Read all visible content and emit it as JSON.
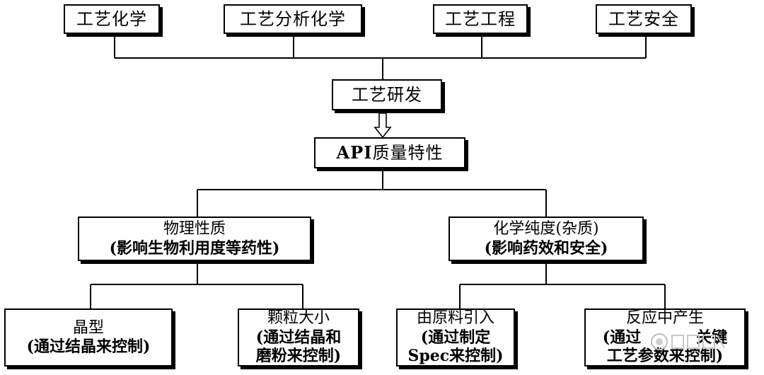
{
  "diagram": {
    "top_row": [
      {
        "label": "工艺化学"
      },
      {
        "label": "工艺分析化学"
      },
      {
        "label": "工艺工程"
      },
      {
        "label": "工艺安全"
      }
    ],
    "process_dev": {
      "label": "工艺研发"
    },
    "api_quality": {
      "label_prefix": "API",
      "label_rest": "质量特性"
    },
    "physical": {
      "line1": "物理性质",
      "line2": "(影响生物利用度等药性)"
    },
    "chemical": {
      "line1": "化学纯度(杂质)",
      "line2": "(影响药效和安全)"
    },
    "crystal": {
      "line1": "晶型",
      "line2": "(通过结晶来控制)"
    },
    "particle": {
      "line1": "颗粒大小",
      "line2": "(通过结晶和",
      "line3": "磨粉来控制)"
    },
    "raw_material": {
      "line1": "由原料引入",
      "line2": "(通过制定",
      "line3_prefix": "Spec",
      "line3_rest": "来控制)"
    },
    "reaction": {
      "line1": "反应中产生",
      "line2": "(通过",
      "line2_tail": "关键",
      "line3": "工艺参数来控制)"
    }
  },
  "watermark": {
    "text": "药事纵横"
  },
  "colors": {
    "line": "#000000",
    "box_border": "#000000",
    "box_fill": "#ffffff",
    "text": "#000000"
  }
}
